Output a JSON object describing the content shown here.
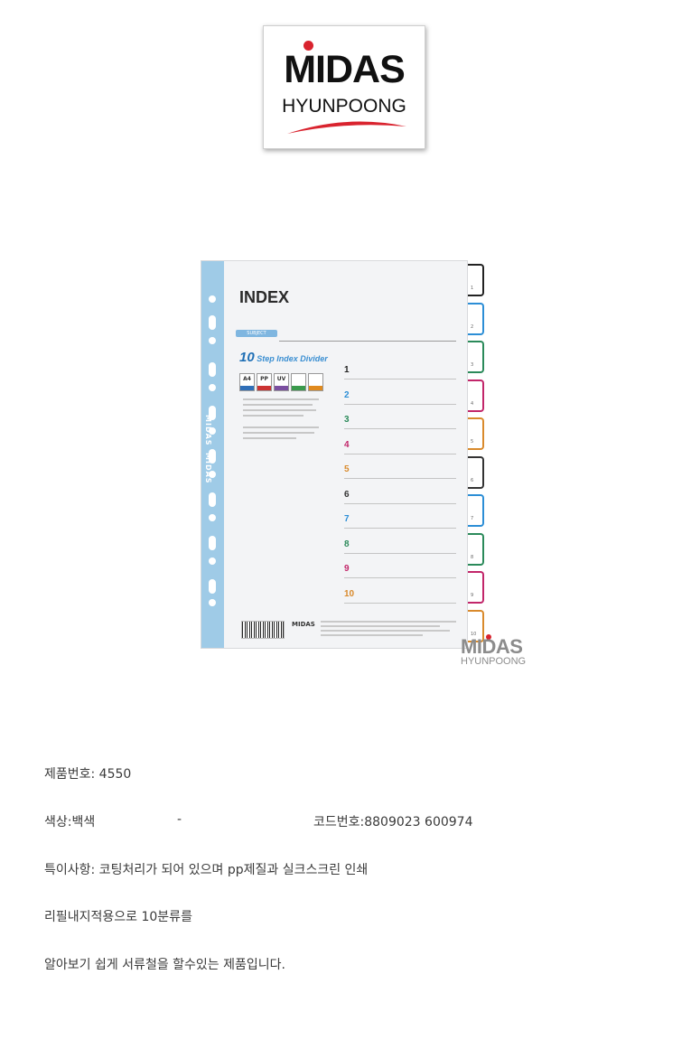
{
  "logo": {
    "brand": "MIDAS",
    "sub": "HYUNPOONG"
  },
  "watermark": {
    "brand": "MIDAS",
    "sub": "HYUNPOONG"
  },
  "product": {
    "title": "INDEX",
    "subject": "SUBJECT",
    "step_num": "10",
    "step_text": "Step Index Divider",
    "badges": [
      {
        "label": "A4",
        "color": "#2f6fb8"
      },
      {
        "label": "PP",
        "color": "#c33"
      },
      {
        "label": "UV",
        "color": "#7b4fa0"
      },
      {
        "label": "",
        "color": "#3a9a4c"
      },
      {
        "label": "",
        "color": "#e08a1e"
      }
    ],
    "rows": [
      {
        "label": "1",
        "color": "#222222"
      },
      {
        "label": "2",
        "color": "#2c8ed6"
      },
      {
        "label": "3",
        "color": "#2b8a5a"
      },
      {
        "label": "4",
        "color": "#c2266a"
      },
      {
        "label": "5",
        "color": "#d98a2c"
      },
      {
        "label": "6",
        "color": "#333333"
      },
      {
        "label": "7",
        "color": "#2c8ed6"
      },
      {
        "label": "8",
        "color": "#2b8a5a"
      },
      {
        "label": "9",
        "color": "#c2266a"
      },
      {
        "label": "10",
        "color": "#d98a2c"
      }
    ]
  },
  "info": {
    "product_no": "제품번호: 4550",
    "color": "색상:백색",
    "dash": "-",
    "code": "코드번호:8809023 600974",
    "special": "특이사항: 코팅처리가 되어 있으며 pp제질과 실크스크린 인쇄",
    "line2": "리필내지적용으로 10분류를",
    "line3": "알아보기 쉽게 서류철을 할수있는 제품입니다."
  }
}
